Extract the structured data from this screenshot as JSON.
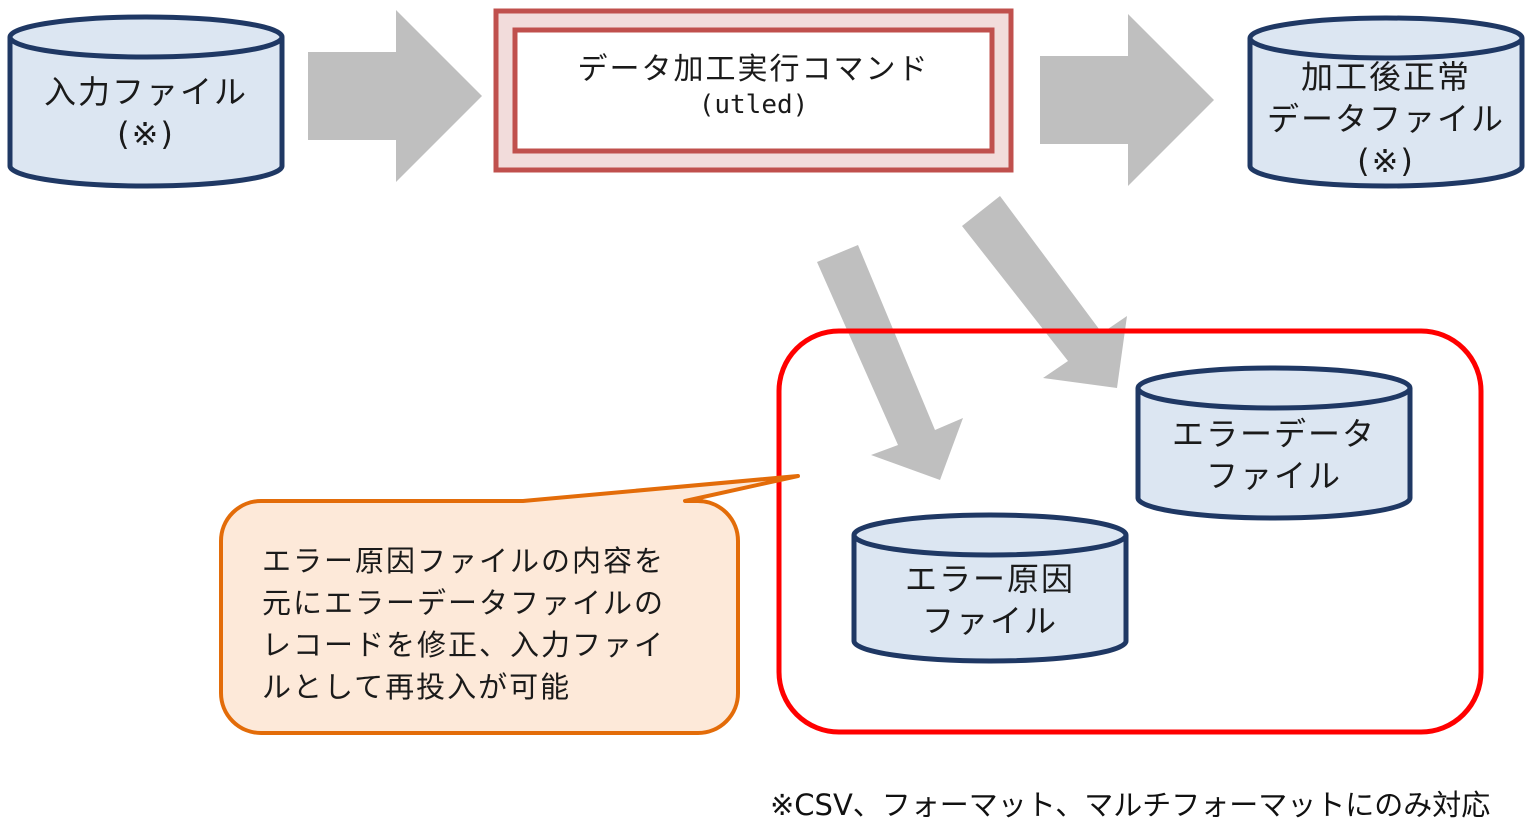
{
  "input_file": {
    "line1": "入力ファイル",
    "line2": "(※)"
  },
  "command": {
    "title": "データ加工実行コマンド",
    "sub": "(utled)"
  },
  "output_file": {
    "line1": "加工後正常",
    "line2": "データファイル",
    "line3": "(※)"
  },
  "error_data_file": {
    "line1": "エラーデータ",
    "line2": "ファイル"
  },
  "error_cause_file": {
    "line1": "エラー原因",
    "line2": "ファイル"
  },
  "callout": {
    "line1": "エラー原因ファイルの内容を",
    "line2": "元にエラーデータファイルの",
    "line3": "レコードを修正、入力ファイ",
    "line4": "ルとして再投入が可能"
  },
  "footnote": "※CSV、フォーマット、マルチフォーマットにのみ対応",
  "colors": {
    "cylinder_fill": "#dce6f2",
    "cylinder_stroke": "#1f3864",
    "arrow": "#bfbfbf",
    "command_outer": "#c0504d",
    "command_fill": "#f2dcdb",
    "error_group": "#ff0000",
    "callout_stroke": "#e36c09",
    "callout_fill": "#fde9d9"
  }
}
